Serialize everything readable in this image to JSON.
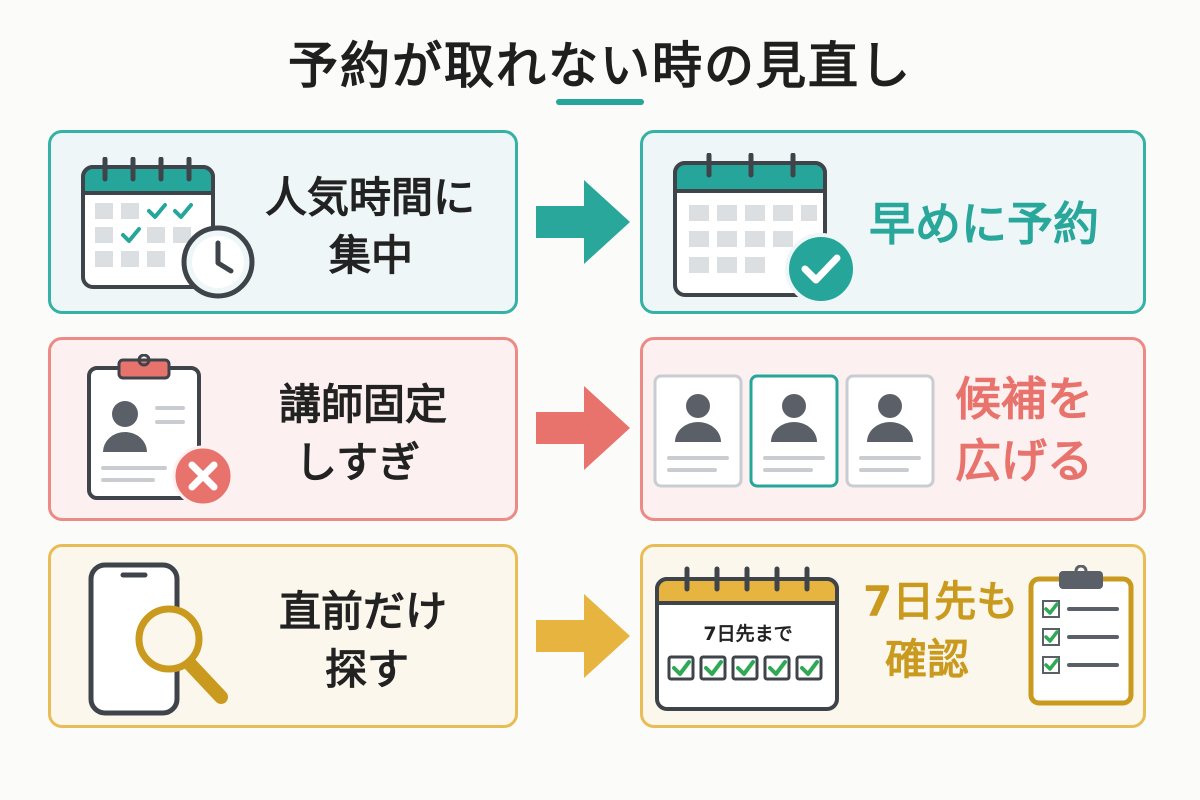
{
  "title": "予約が取れない時の見直し",
  "rows": [
    {
      "problem": [
        "人気時間に",
        "集中"
      ],
      "solution": [
        "早めに予約"
      ],
      "color": "#2aa79b",
      "problem_icons": [
        "calendar-icon",
        "clock-icon"
      ],
      "solution_icons": [
        "calendar-icon",
        "check-circle-icon"
      ]
    },
    {
      "problem": [
        "講師固定",
        "しすぎ"
      ],
      "solution": [
        "候補を",
        "広げる"
      ],
      "color": "#e8736c",
      "problem_icons": [
        "clipboard-profile-icon",
        "x-circle-icon"
      ],
      "solution_icons": [
        "profile-card-icon",
        "profile-card-icon",
        "profile-card-icon"
      ]
    },
    {
      "problem": [
        "直前だけ",
        "探す"
      ],
      "solution": [
        "7日先も",
        "確認"
      ],
      "calendar_caption": "7日先まで",
      "color": "#c99a1e",
      "problem_icons": [
        "smartphone-icon",
        "magnifier-icon"
      ],
      "solution_icons": [
        "calendar-icon",
        "checklist-clipboard-icon"
      ]
    }
  ],
  "colors": {
    "accent": "#26a69a",
    "teal": "#2aa79b",
    "red": "#e8736c",
    "yellow": "#e6b43f",
    "dark": "#4a4f55"
  }
}
